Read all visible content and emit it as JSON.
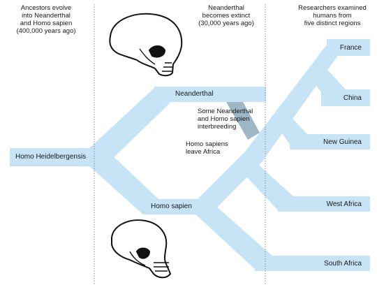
{
  "headers": {
    "ancestors": "Ancestors evolve\ninto Neanderthal\nand Homo sapien\n(400,000 years ago)",
    "extinct": "Neanderthal\nbecomes extinct\n(30,000 years ago)",
    "researchers": "Researchers examined\nhumans from\nfive distinct regions"
  },
  "branches": {
    "heidelbergensis": "Homo Heidelbergensis",
    "neanderthal": "Neanderthal",
    "sapien": "Homo sapien"
  },
  "annotations": {
    "interbreeding": "Some Neanderthal\nand Homo sapien\ninterbreeding",
    "leave_africa": "Homo sapiens\nleave Africa"
  },
  "regions": [
    "France",
    "China",
    "New Guinea",
    "West Africa",
    "South Africa"
  ],
  "colors": {
    "branch": "#c6e4f6",
    "interbreed": "#9db7c6",
    "divider": "#8a8a8a",
    "text": "#1a1a1a"
  },
  "icons": [
    "neanderthal-skull-icon",
    "homo-sapien-skull-icon"
  ]
}
